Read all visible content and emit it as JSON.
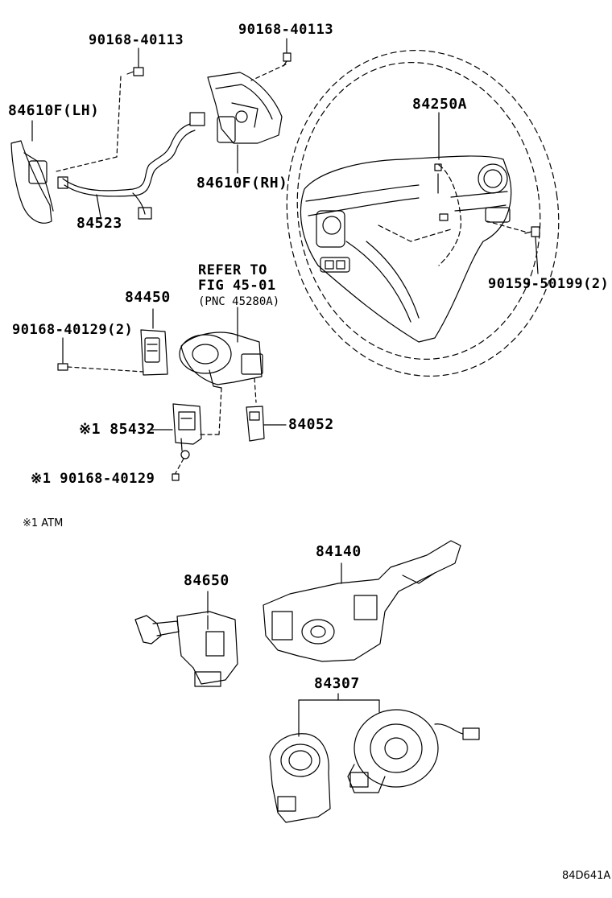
{
  "labels": {
    "p84610f_lh": "84610F(LH)",
    "p90168_40113_a": "90168-40113",
    "p90168_40113_b": "90168-40113",
    "p84250a": "84250A",
    "p84610f_rh": "84610F(RH)",
    "p84523": "84523",
    "refer_line1": "REFER TO",
    "refer_line2": "FIG 45-01",
    "refer_line3": "(PNC 45280A)",
    "p84450": "84450",
    "p90168_40129_2": "90168-40129(2)",
    "p90159_50199_2": "90159-50199(2)",
    "p85432": "※1 85432",
    "p84052": "84052",
    "p90168_40129": "※1 90168-40129",
    "note_atm": "※1 ATM",
    "p84140": "84140",
    "p84650": "84650",
    "p84307": "84307",
    "diagram_code": "84D641A"
  }
}
